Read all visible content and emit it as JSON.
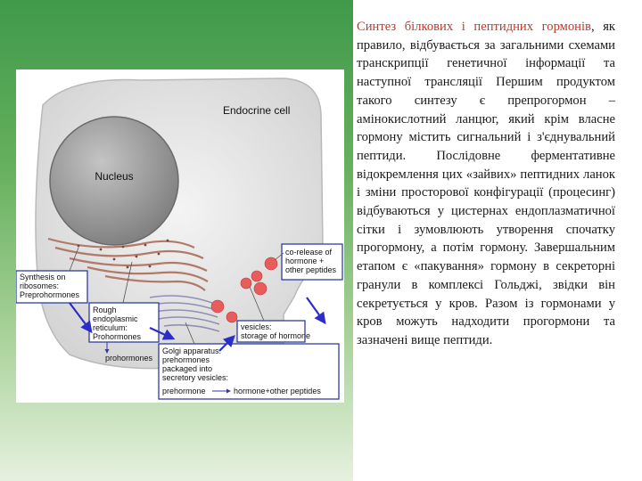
{
  "paragraph": {
    "highlight": "Синтез білкових і пептидних гормонів",
    "body": ", як правило, відбувається за загальними схемами транскрипції генетичної інформації та наступної трансляції Першим продуктом такого синтезу є препрогормон – амінокислотний ланцюг, який крім власне гормону містить сигнальний і з'єднувальний пептиди. Послідовне ферментативне відокремлення цих «зайвих» пептидних ланок і зміни просторової конфігурації (процесинг) відбуваються у цистернах ендоплазматичної сітки і зумовлюють утворення спочатку прогормону, а потім гормону. Завершальним етапом є «пакування» гормону в секреторні гранули в комплексі Гольджі, звідки він секретується у кров. Разом із гормонами у кров можуть надходити прогормони та зазначені вище пептиди."
  },
  "diagram": {
    "cell_label": "Endocrine cell",
    "nucleus_label": "Nucleus",
    "ribosomes": [
      "Synthesis on",
      "ribosomes:",
      "Preprohormones"
    ],
    "rough_er": [
      "Rough",
      "endoplasmic",
      "reticulum:",
      "Prohormones"
    ],
    "prohormones": "prohormones",
    "golgi": [
      "Golgi apparatus:",
      "prehormones",
      "packaged into",
      "secretory vesicles:"
    ],
    "golgi_bottom_left": "prehormone",
    "golgi_bottom_right": "hormone+other peptides",
    "vesicles": [
      "vesicles:",
      "storage of hormone"
    ],
    "corelease": [
      "co-release of",
      "hormone +",
      "other peptides"
    ],
    "colors": {
      "vesicle": "#e85c5c",
      "arrow": "#2c2cc8",
      "box_border": "#1f2f9a",
      "er": "#b07a6a",
      "nucleus": "#8a8a8a"
    }
  }
}
